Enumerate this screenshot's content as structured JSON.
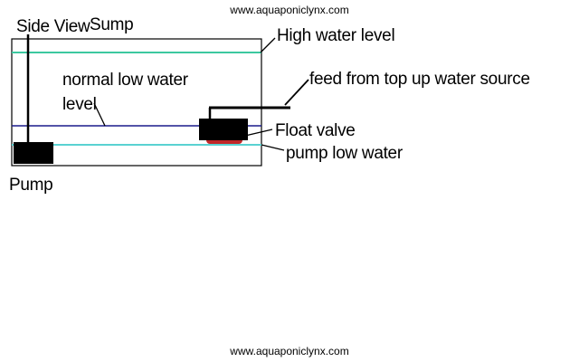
{
  "site": {
    "url_top": "www.aquaponiclynx.com",
    "url_bottom": "www.aquaponiclynx.com"
  },
  "labels": {
    "side_view": "Side View",
    "sump": "Sump",
    "high_water": "High water level",
    "normal_low_line1": "normal low water",
    "normal_low_line2": "level",
    "feed": "feed from top up water source",
    "float_valve": "Float valve",
    "pump_low": "pump low water",
    "pump": "Pump"
  },
  "colors": {
    "high_water_line": "#3cc8a0",
    "normal_low_line": "#1a1a8c",
    "pump_low_line": "#5ad2d2",
    "float_valve_body": "#000000",
    "float_valve_base": "#c0282a",
    "pump_body": "#000000"
  }
}
